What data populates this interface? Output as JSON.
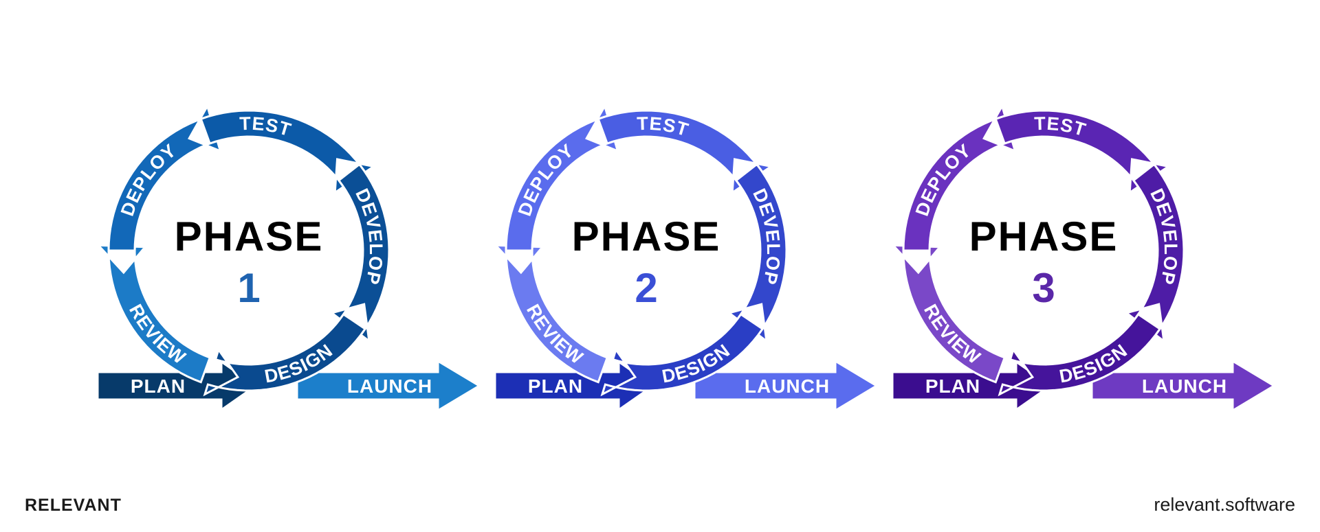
{
  "brand": "RELEVANT",
  "site": "relevant.software",
  "phase_word": "PHASE",
  "stages": {
    "plan": "PLAN",
    "design": "DESIGN",
    "develop": "DEVELOP",
    "test": "TEST",
    "deploy": "DEPLOY",
    "review": "REVIEW",
    "launch": "LAUNCH"
  },
  "phases": [
    {
      "number": "1",
      "number_color": "#1f63b0",
      "colors": {
        "plan": "#073a6a",
        "design": "#0a4a8f",
        "develop": "#0b4f96",
        "test": "#0c5aa8",
        "deploy": "#1268b8",
        "review": "#1c7bc7",
        "launch": "#1c7fcb"
      }
    },
    {
      "number": "2",
      "number_color": "#3a4fd6",
      "colors": {
        "plan": "#1c2fb5",
        "design": "#2a3ec5",
        "develop": "#3347cc",
        "test": "#4a5ee3",
        "deploy": "#5a6ced",
        "review": "#6b7bf0",
        "launch": "#5a6cee"
      }
    },
    {
      "number": "3",
      "number_color": "#5a27a8",
      "colors": {
        "plan": "#3b0d8f",
        "design": "#45149b",
        "develop": "#4e1ca6",
        "test": "#5a25b3",
        "deploy": "#6a32bf",
        "review": "#7a48c8",
        "launch": "#6e3ac2"
      }
    }
  ]
}
